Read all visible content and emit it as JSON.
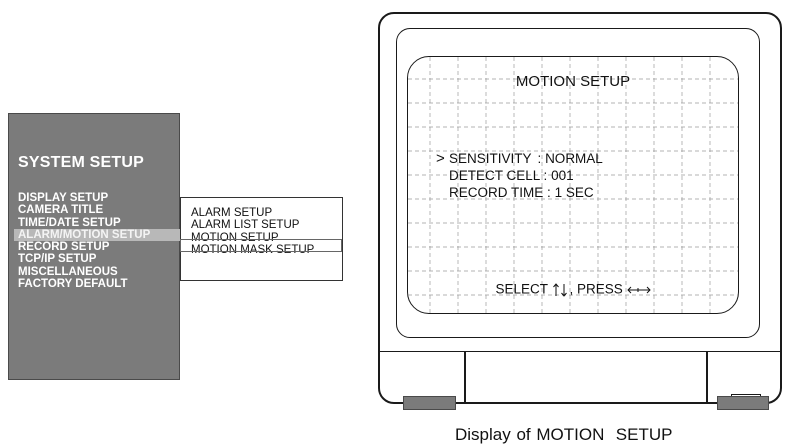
{
  "system_menu": {
    "title": "SYSTEM SETUP",
    "items": [
      {
        "label": "DISPLAY SETUP"
      },
      {
        "label": "CAMERA TITLE"
      },
      {
        "label": "TIME/DATE SETUP"
      },
      {
        "label": "ALARM/MOTION SETUP"
      },
      {
        "label": "RECORD SETUP"
      },
      {
        "label": "TCP/IP SETUP"
      },
      {
        "label": "MISCELLANEOUS"
      },
      {
        "label": "FACTORY DEFAULT"
      }
    ],
    "selected_label": "ALARM/MOTION SETUP"
  },
  "submenu": {
    "items": [
      {
        "label": "ALARM SETUP"
      },
      {
        "label": "ALARM LIST SETUP"
      },
      {
        "label": "MOTION SETUP"
      },
      {
        "label": "MOTION MASK SETUP"
      }
    ],
    "selected_label": "MOTION SETUP"
  },
  "screen": {
    "title": "MOTION SETUP",
    "cursor": ">",
    "rows": [
      {
        "label": "SENSITIVITY",
        "sep": ":",
        "value": "NORMAL"
      },
      {
        "label": "DETECT CELL",
        "sep": ":",
        "value": "001"
      },
      {
        "label": "RECORD TIME",
        "sep": ":",
        "value": "1 SEC"
      }
    ],
    "footer": {
      "select_label": "SELECT",
      "separator": ",",
      "press_label": "PRESS"
    }
  },
  "caption": "Display of MOTION  SETUP",
  "icons": {
    "updown_arrow": "up-down-arrow-icon",
    "leftright_arrow": "left-right-arrow-icon",
    "power_led": "power-led-icon"
  },
  "colors": {
    "panel_gray": "#7b7b7b",
    "highlight": "#b8b8b8",
    "line": "#1a1a1a"
  }
}
